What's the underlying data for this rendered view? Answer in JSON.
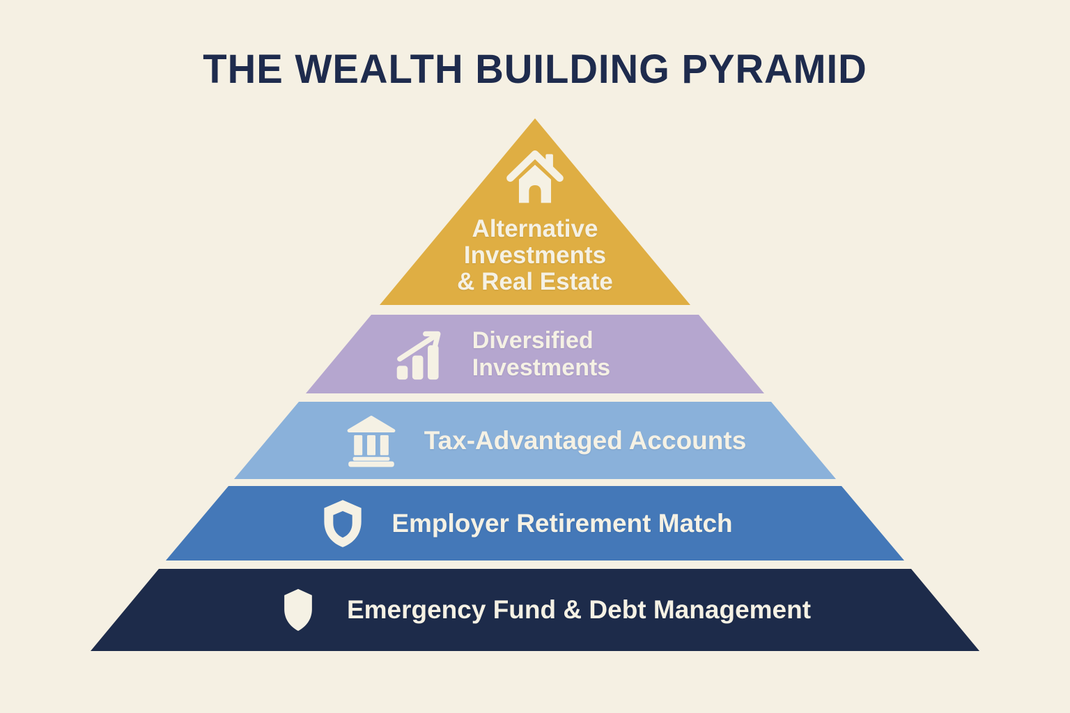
{
  "page": {
    "background_color": "#F5F0E3",
    "text_color": "#F5F1E4"
  },
  "title": {
    "text": "THE WEALTH BUILDING PYRAMID",
    "color": "#1E2B4D"
  },
  "pyramid": {
    "tiers": [
      {
        "rank": 1,
        "label": "Alternative\nInvestments\n& Real Estate",
        "icon": "house-icon",
        "color": "#DFAE43"
      },
      {
        "rank": 2,
        "label": "Diversified\nInvestments",
        "icon": "bar-chart-growth-icon",
        "color": "#B5A6CF"
      },
      {
        "rank": 3,
        "label": "Tax-Advantaged Accounts",
        "icon": "bank-icon",
        "color": "#8AB1DA"
      },
      {
        "rank": 4,
        "label": "Employer Retirement Match",
        "icon": "shield-outline-icon",
        "color": "#4478B8"
      },
      {
        "rank": 5,
        "label": "Emergency Fund & Debt Management",
        "icon": "shield-solid-icon",
        "color": "#1D2B4A"
      }
    ]
  }
}
